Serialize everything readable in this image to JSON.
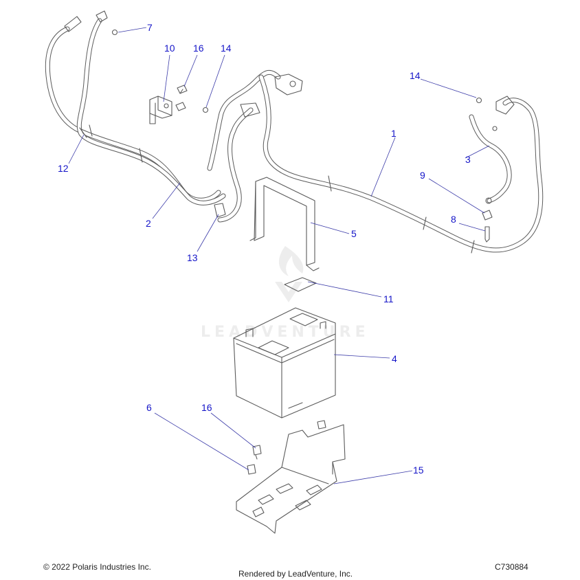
{
  "watermark": "LEADVENTURE",
  "callouts": {
    "c1": "1",
    "c2": "2",
    "c3": "3",
    "c4": "4",
    "c5": "5",
    "c6": "6",
    "c7": "7",
    "c8": "8",
    "c9": "9",
    "c10": "10",
    "c11": "11",
    "c12": "12",
    "c13": "13",
    "c14a": "14",
    "c14b": "14",
    "c15": "15",
    "c16a": "16",
    "c16b": "16"
  },
  "footer": {
    "copyright": "© 2022 Polaris Industries Inc.",
    "rendered_by": "Rendered by LeadVenture, Inc.",
    "code": "C730884"
  }
}
